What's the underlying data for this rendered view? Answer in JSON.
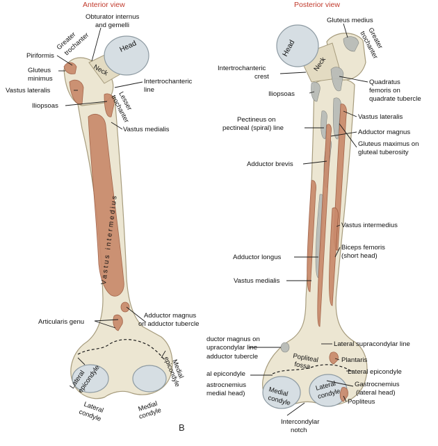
{
  "anterior": {
    "title": "Anterior view",
    "labels": {
      "obturator": [
        "Obturator internus",
        "and gemelli"
      ],
      "greater_troch": [
        "Greater",
        "trochanter"
      ],
      "head": "Head",
      "piriformis": "Piriformis",
      "neck": "Neck",
      "gluteus_minimus": [
        "Gluteus",
        "minimus"
      ],
      "intertrochanteric_line": [
        "Intertrochanteric",
        "line"
      ],
      "vastus_lateralis": "Vastus lateralis",
      "lesser_troch": [
        "Lesser",
        "trochanter"
      ],
      "iliopsoas": "Iliopsoas",
      "vastus_medialis": "Vastus medialis",
      "vastus_intermedius": "Vastus intermedius",
      "articularis_genu": "Articularis genu",
      "adductor_magnus": [
        "Adductor magnus",
        "on adductor tubercle"
      ],
      "lateral_epicondyle": [
        "Lateral",
        "epicondyle"
      ],
      "medial_epicondyle": [
        "Medial",
        "epicondyle"
      ],
      "lateral_condyle": [
        "Lateral",
        "condyle"
      ],
      "medial_condyle": [
        "Medial",
        "condyle"
      ],
      "panel_letter": "B"
    }
  },
  "posterior": {
    "title": "Posterior view",
    "labels": {
      "gluteus_medius": "Gluteus medius",
      "greater_troch": [
        "Greater",
        "trochanter"
      ],
      "head": "Head",
      "neck": "Neck",
      "intertrochanteric_crest": [
        "Intertrochanteric",
        "crest"
      ],
      "quadratus": [
        "Quadratus",
        "femoris on",
        "quadrate tubercle"
      ],
      "iliopsoas": "Iliopsoas",
      "vastus_lateralis": "Vastus lateralis",
      "pectineus": [
        "Pectineus on",
        "pectineal (spiral) line"
      ],
      "adductor_magnus": "Adductor magnus",
      "gluteus_maximus": [
        "Gluteus maximus on",
        "gluteal tuberosity"
      ],
      "adductor_brevis": "Adductor brevis",
      "vastus_intermedius": "Vastus intermedius",
      "biceps": [
        "Biceps femoris",
        "(short head)"
      ],
      "adductor_longus": "Adductor longus",
      "vastus_medialis": "Vastus medialis",
      "adductor_magnus_supra": [
        "ductor magnus on",
        "upracondylar line"
      ],
      "adductor_tubercle": "adductor tubercle",
      "lateral_supracondylar_line": "Lateral supracondylar line",
      "popliteal_fossa": [
        "Popliteal",
        "fossa"
      ],
      "plantaris": "Plantaris",
      "medial_epicondyle_cut": "al epicondyle",
      "lateral_epicondyle": "Lateral epicondyle",
      "gastro_medial": [
        "astrocnemius",
        "medial head)"
      ],
      "gastro_lateral": [
        "Gastrocnemius",
        "(lateral head)"
      ],
      "medial_condyle": [
        "Medial",
        "condyle"
      ],
      "lateral_condyle": [
        "Lateral",
        "condyle"
      ],
      "popliteus": "Popliteus",
      "intercondylar_notch": [
        "Intercondylar",
        "notch"
      ]
    }
  }
}
